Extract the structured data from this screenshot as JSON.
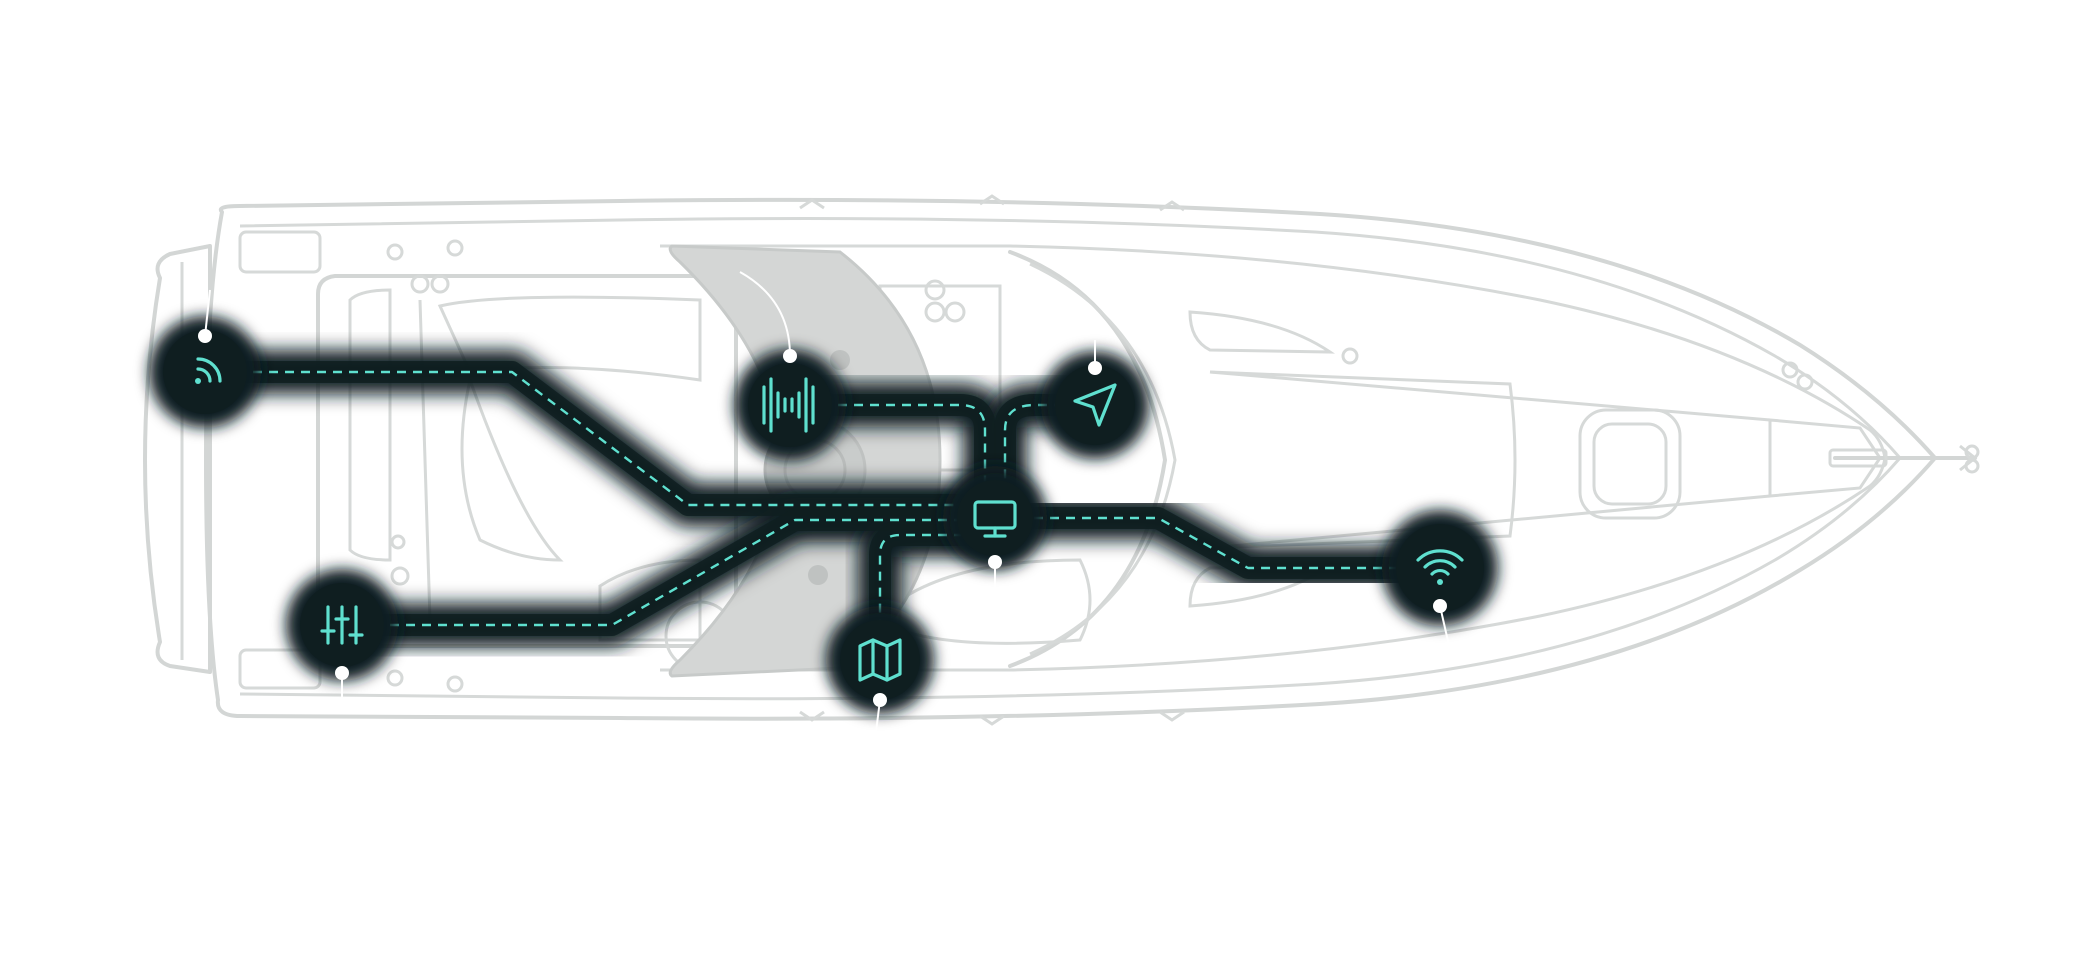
{
  "diagram": {
    "style": {
      "hull_color": "#d3d6d5",
      "node_color": "#0f1e20",
      "accent_color": "#5fe0cf",
      "pin_color": "#ffffff",
      "background": "#ffffff"
    },
    "hub": {
      "icon": "display-icon"
    },
    "nodes": [
      {
        "id": "radar",
        "icon": "radar-icon"
      },
      {
        "id": "sonar",
        "icon": "sonar-icon"
      },
      {
        "id": "navigation",
        "icon": "navigation-arrow-icon"
      },
      {
        "id": "controls",
        "icon": "sliders-icon"
      },
      {
        "id": "charts",
        "icon": "map-icon"
      },
      {
        "id": "wifi",
        "icon": "wifi-icon"
      }
    ]
  }
}
